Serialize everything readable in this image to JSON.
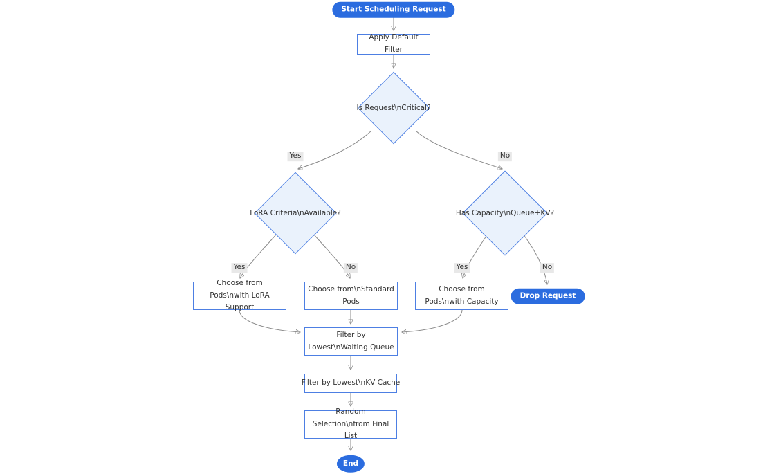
{
  "diagram": {
    "title": "Scheduling request flowchart",
    "type": "flowchart",
    "nodes": {
      "start": "Start Scheduling Request",
      "apply_default_filter": "Apply Default Filter",
      "is_request_critical": "Is Request\\nCritical?",
      "lora_criteria_available": "LoRA Criteria\\nAvailable?",
      "has_capacity_queue_kv": "Has Capacity\\nQueue+KV?",
      "choose_pods_lora": "Choose from Pods\\nwith LoRA Support",
      "choose_standard_pods": "Choose from\\nStandard Pods",
      "choose_pods_capacity": "Choose from Pods\\nwith Capacity",
      "drop_request": "Drop Request",
      "filter_lowest_waiting_queue": "Filter by Lowest\\nWaiting Queue",
      "filter_lowest_kv_cache": "Filter by Lowest\\nKV Cache",
      "random_selection_final_list": "Random Selection\\nfrom Final List",
      "end": "End"
    },
    "edge_labels": {
      "critical_yes": "Yes",
      "critical_no": "No",
      "lora_yes": "Yes",
      "lora_no": "No",
      "capacity_yes": "Yes",
      "capacity_no": "No"
    },
    "colors": {
      "terminal_fill": "#2b6cdf",
      "terminal_text": "#ffffff",
      "node_border": "#4d7fe3",
      "process_fill": "#ffffff",
      "decision_fill": "#eaf2fc",
      "edge_line": "#8a8a8a",
      "arrowhead": "#333333",
      "edge_label_bg": "#e8e8e8",
      "text": "#333333",
      "background": "#ffffff"
    }
  }
}
